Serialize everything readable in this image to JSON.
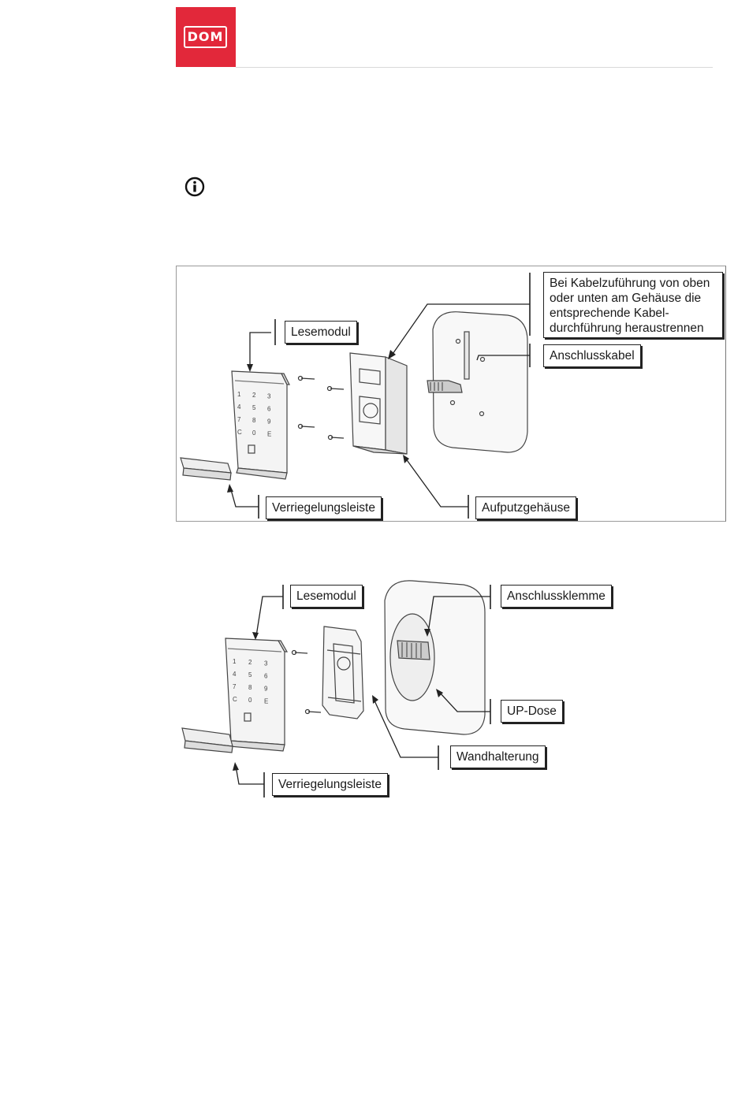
{
  "header": {
    "logo_text": "DOM",
    "brand_color": "#e2283a"
  },
  "notice": {
    "icon": "info-circle-icon"
  },
  "figure1": {
    "keypad_keys": [
      "1",
      "2",
      "3",
      "4",
      "5",
      "6",
      "7",
      "8",
      "9",
      "C",
      "0",
      "E"
    ],
    "labels": {
      "lesemodul": "Lesemodul",
      "verriegelungsleiste": "Verriegelungsleiste",
      "aufputzgehaeuse": "Aufputzgehäuse",
      "anschlusskabel": "Anschlusskabel",
      "kabel_hint_lines": [
        "Bei Kabelzuführung von oben",
        "oder unten am Gehäuse die",
        "entsprechende Kabel-",
        "durchführung heraustrennen"
      ]
    }
  },
  "figure2": {
    "keypad_keys": [
      "1",
      "2",
      "3",
      "4",
      "5",
      "6",
      "7",
      "8",
      "9",
      "C",
      "0",
      "E"
    ],
    "labels": {
      "lesemodul": "Lesemodul",
      "anschlussklemme": "Anschlussklemme",
      "up_dose": "UP-Dose",
      "wandhalterung": "Wandhalterung",
      "verriegelungsleiste": "Verriegelungsleiste"
    }
  }
}
